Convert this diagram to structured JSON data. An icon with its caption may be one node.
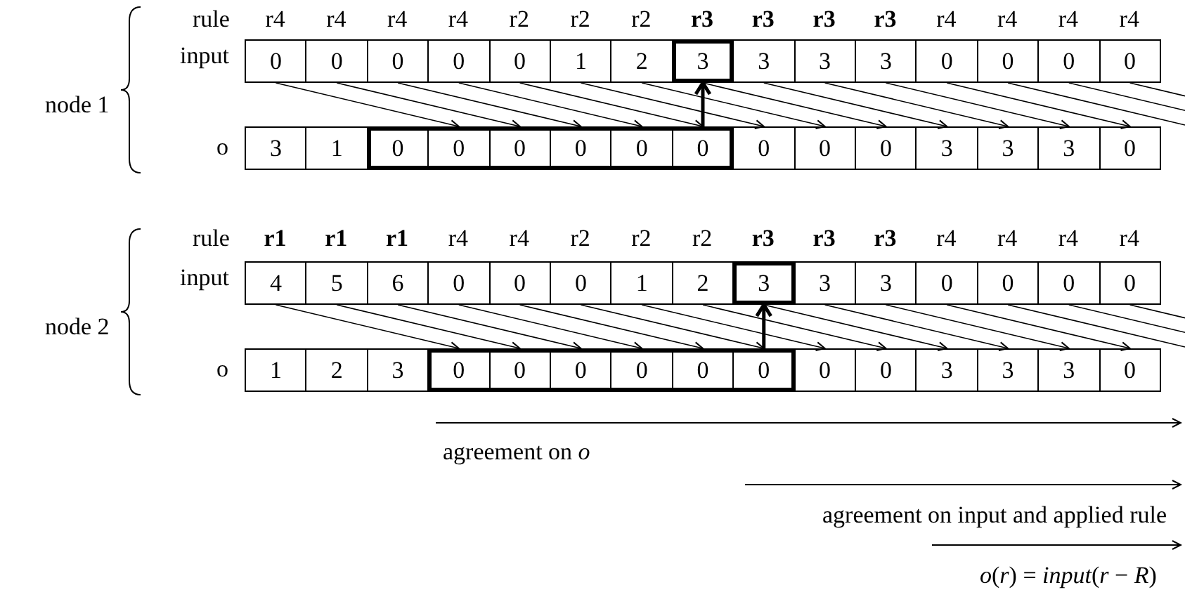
{
  "diagram": {
    "nodes": [
      {
        "text": [
          "0"
        ]
      },
      {
        "text": [
          "0"
        ]
      },
      {
        "text": [
          "0"
        ]
      },
      {
        "text": [
          "0"
        ]
      },
      {
        "text": [
          "0"
        ]
      },
      {
        "text": [
          "1"
        ]
      },
      {
        "text": [
          "2"
        ]
      },
      {
        "text": [
          "3"
        ]
      },
      {
        "text": [
          "3"
        ]
      },
      {
        "text": [
          "3"
        ]
      },
      {
        "text": [
          "3"
        ]
      },
      {
        "text": [
          "0"
        ]
      },
      {
        "text": [
          "0"
        ]
      },
      {
        "text": [
          "0"
        ]
      },
      {
        "text": [
          "0"
        ]
      },
      {
        "text": [],
        "shape": "box"
      },
      {
        "text": [
          "3"
        ]
      },
      {
        "text": [
          "1"
        ]
      },
      {
        "text": [
          "0"
        ],
        "in": 15
      },
      {
        "text": [
          "0"
        ],
        "in": 15
      },
      {
        "text": [
          "0"
        ],
        "in": 15
      },
      {
        "text": [
          "0"
        ],
        "in": 15
      },
      {
        "text": [
          "0"
        ],
        "in": 15
      },
      {
        "text": [
          "0"
        ],
        "in": 15
      },
      {
        "text": [
          "0"
        ]
      },
      {
        "text": [
          "0"
        ]
      },
      {
        "text": [
          "0"
        ]
      },
      {
        "text": [
          "3"
        ]
      },
      {
        "text": [
          "3"
        ]
      },
      {
        "text": [
          "3"
        ]
      },
      {
        "text": [
          "0"
        ]
      },
      {
        "text": [
          "4"
        ]
      },
      {
        "text": [
          "5"
        ]
      },
      {
        "text": [
          "6"
        ]
      },
      {
        "text": [
          "0"
        ]
      },
      {
        "text": [
          "0"
        ]
      },
      {
        "text": [
          "0"
        ]
      },
      {
        "text": [
          "1"
        ]
      },
      {
        "text": [
          "2"
        ]
      },
      {
        "text": [
          "3"
        ]
      },
      {
        "text": [
          "3"
        ]
      },
      {
        "text": [
          "3"
        ]
      },
      {
        "text": [
          "0"
        ]
      },
      {
        "text": [
          "0"
        ]
      },
      {
        "text": [
          "0"
        ]
      },
      {
        "text": [
          "0"
        ]
      },
      {
        "text": [],
        "shape": "box"
      },
      {
        "text": [
          "1"
        ]
      },
      {
        "text": [
          "2"
        ]
      },
      {
        "text": [
          "3"
        ]
      },
      {
        "text": [
          "0"
        ],
        "in": 46
      },
      {
        "text": [
          "0"
        ],
        "in": 46
      },
      {
        "text": [
          "0"
        ],
        "in": 46
      },
      {
        "text": [
          "0"
        ],
        "in": 46
      },
      {
        "text": [
          "0"
        ],
        "in": 46
      },
      {
        "text": [
          "0"
        ],
        "in": 46
      },
      {
        "text": [
          "0"
        ]
      },
      {
        "text": [
          "0"
        ]
      },
      {
        "text": [
          "3"
        ]
      },
      {
        "text": [
          "3"
        ]
      },
      {
        "text": [
          "3"
        ]
      },
      {
        "text": [
          "0"
        ]
      }
    ],
    "edges": [
      {
        "from": 0,
        "to": 19,
        "arrow": "to"
      },
      {
        "from": 1,
        "to": 20,
        "arrow": "to"
      },
      {
        "from": 2,
        "to": 21,
        "arrow": "to"
      },
      {
        "from": 3,
        "to": 22,
        "arrow": "to"
      },
      {
        "from": 4,
        "to": 23,
        "arrow": "to"
      },
      {
        "from": 5,
        "to": 24,
        "arrow": "to"
      },
      {
        "from": 6,
        "to": 25,
        "arrow": "to"
      },
      {
        "from": 7,
        "to": 26,
        "arrow": "to"
      },
      {
        "from": 8,
        "to": 27,
        "arrow": "to"
      },
      {
        "from": 9,
        "to": 28,
        "arrow": "to"
      },
      {
        "from": 10,
        "to": 29,
        "arrow": "to"
      },
      {
        "from": 11,
        "to": 30,
        "arrow": "to"
      },
      {
        "from": 12,
        "to": null,
        "arrow": "none"
      },
      {
        "from": 13,
        "to": null,
        "arrow": "none"
      },
      {
        "from": 14,
        "to": null,
        "arrow": "none"
      },
      {
        "from": 23,
        "to": 7,
        "arrow": "to",
        "style": "thick"
      },
      {
        "from": 31,
        "to": 50,
        "arrow": "to"
      },
      {
        "from": 32,
        "to": 51,
        "arrow": "to"
      },
      {
        "from": 33,
        "to": 52,
        "arrow": "to"
      },
      {
        "from": 34,
        "to": 53,
        "arrow": "to"
      },
      {
        "from": 35,
        "to": 54,
        "arrow": "to"
      },
      {
        "from": 36,
        "to": 55,
        "arrow": "to"
      },
      {
        "from": 37,
        "to": 56,
        "arrow": "to"
      },
      {
        "from": 38,
        "to": 57,
        "arrow": "to"
      },
      {
        "from": 39,
        "to": 58,
        "arrow": "to"
      },
      {
        "from": 40,
        "to": 59,
        "arrow": "to"
      },
      {
        "from": 41,
        "to": 60,
        "arrow": "to"
      },
      {
        "from": 42,
        "to": 61,
        "arrow": "to"
      },
      {
        "from": 43,
        "to": null,
        "arrow": "none"
      },
      {
        "from": 44,
        "to": null,
        "arrow": "none"
      },
      {
        "from": 45,
        "to": null,
        "arrow": "none"
      },
      {
        "from": 55,
        "to": 39,
        "arrow": "to",
        "style": "thick"
      }
    ],
    "labels": [
      "rule",
      "r4",
      "r4",
      "r4",
      "r4",
      "r2",
      "r2",
      "r2",
      "r3",
      "r3",
      "r3",
      "r3",
      "r4",
      "r4",
      "r4",
      "r4",
      "input",
      "node 1",
      "o",
      "rule",
      "r1",
      "r1",
      "r1",
      "r4",
      "r4",
      "r2",
      "r2",
      "r2",
      "r3",
      "r3",
      "r3",
      "r4",
      "r4",
      "r4",
      "r4",
      "input",
      "node 2",
      "o",
      "agreement on *o*",
      "agreement on input and applied rule",
      "*o*(*r*) = *input*(*r* − *R*)"
    ]
  }
}
